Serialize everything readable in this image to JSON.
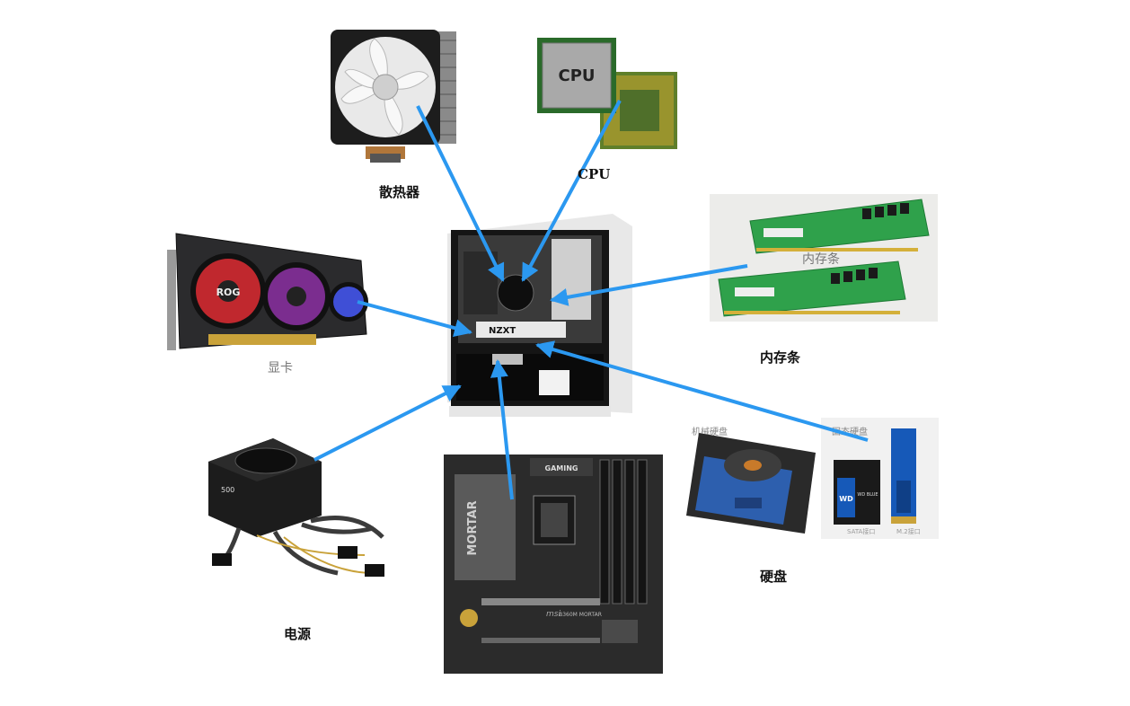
{
  "labels": {
    "cooler": "散热器",
    "cpu": "CPU",
    "ram": "内存条",
    "gpu": "显卡",
    "psu": "电源",
    "storage": "硬盘"
  },
  "cpu_chip_text": "CPU",
  "ram_photo_caption": "内存条",
  "case_logo": "NZXT",
  "gpu_logo": "ROG",
  "storage_panel": {
    "hdd_caption": "机械硬盘",
    "ssd_caption": "固态硬盘",
    "sata_label": "SATA接口",
    "m2_label": "M.2接口",
    "ssd_brand": "WD",
    "ssd_model": "WD BLUE"
  },
  "motherboard": {
    "brand": "msi",
    "name": "MORTAR",
    "badge": "GAMING",
    "model": "B360M MORTAR"
  },
  "psu_rating": "500",
  "colors": {
    "arrow": "#2b98f0",
    "ram_pcb": "#2fa14b",
    "cpu_substrate": "#4f6f2a",
    "ssd_blue": "#1659b8"
  }
}
